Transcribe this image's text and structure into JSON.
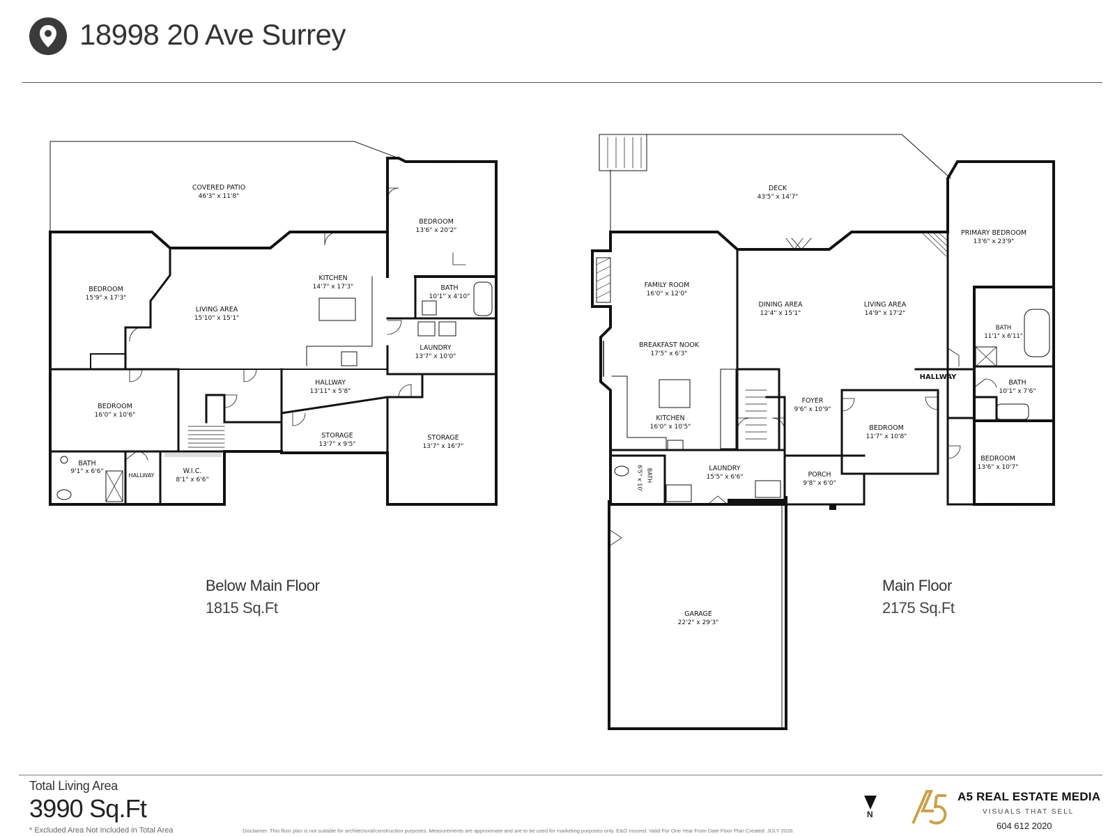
{
  "header": {
    "address": "18998 20 Ave Surrey",
    "icon": "location-pin-icon"
  },
  "below_floor": {
    "title": "Below Main Floor",
    "area": "1815 Sq.Ft",
    "rooms": [
      {
        "name": "COVERED PATIO",
        "dim": "46'3\" x 11'8\""
      },
      {
        "name": "BEDROOM",
        "dim": "13'6\" x 20'2\""
      },
      {
        "name": "BEDROOM",
        "dim": "15'9\" x 17'3\""
      },
      {
        "name": "LIVING AREA",
        "dim": "15'10\" x 15'1\""
      },
      {
        "name": "KITCHEN",
        "dim": "14'7\" x 17'3\""
      },
      {
        "name": "BATH",
        "dim": "10'1\" x 4'10\""
      },
      {
        "name": "LAUNDRY",
        "dim": "13'7\" x 10'0\""
      },
      {
        "name": "HALLWAY",
        "dim": "13'11\" x 5'8\""
      },
      {
        "name": "BEDROOM",
        "dim": "16'0\" x 10'6\""
      },
      {
        "name": "STORAGE",
        "dim": "13'7\" x 9'5\""
      },
      {
        "name": "STORAGE",
        "dim": "13'7\" x 16'7\""
      },
      {
        "name": "BATH",
        "dim": "9'1\" x 6'6\""
      },
      {
        "name": "HALLWAY",
        "dim": ""
      },
      {
        "name": "W.I.C.",
        "dim": "8'1\" x 6'6\""
      }
    ]
  },
  "main_floor": {
    "title": "Main Floor",
    "area": "2175 Sq.Ft",
    "rooms": [
      {
        "name": "DECK",
        "dim": "43'5\" x 14'7\""
      },
      {
        "name": "PRIMARY BEDROOM",
        "dim": "13'6\" x 23'9\""
      },
      {
        "name": "FAMILY ROOM",
        "dim": "16'0\" x 12'0\""
      },
      {
        "name": "DINING AREA",
        "dim": "12'4\" x 15'1\""
      },
      {
        "name": "LIVING AREA",
        "dim": "14'9\" x 17'2\""
      },
      {
        "name": "BATH",
        "dim": "11'1\" x 6'11\""
      },
      {
        "name": "BREAKFAST NOOK",
        "dim": "17'5\" x 6'3\""
      },
      {
        "name": "HALLWAY",
        "dim": ""
      },
      {
        "name": "BATH",
        "dim": "10'1\" x 7'6\""
      },
      {
        "name": "FOYER",
        "dim": "9'6\" x 10'9\""
      },
      {
        "name": "BEDROOM",
        "dim": "11'7\" x 10'8\""
      },
      {
        "name": "KITCHEN",
        "dim": "16'0\" x 10'5\""
      },
      {
        "name": "BEDROOM",
        "dim": "13'6\" x 10'7\""
      },
      {
        "name": "LAUNDRY",
        "dim": "15'5\" x 6'6\""
      },
      {
        "name": "PORCH",
        "dim": "9'8\" x 6'0\""
      },
      {
        "name": "BATH",
        "dim": "6'5\" x 10'"
      },
      {
        "name": "GARAGE",
        "dim": "22'2\" x 29'3\""
      }
    ]
  },
  "footer": {
    "total_label": "Total Living Area",
    "total_value": "3990 Sq.Ft",
    "excluded_note": "* Excluded Area Not Included in Total Area",
    "disclaimer": "Disclaimer: This floor plan is not suitable for architectural/construction purposes. Measurements are approximate and are to be used for marketing purposes only. E&O Insured. Valid For One Year From Date Floor Plan Created: JULY 2026.",
    "north_label": "N",
    "brand_name": "A5 REAL ESTATE MEDIA",
    "brand_tagline": "VISUALS THAT SELL",
    "brand_phone": "604 612 2020",
    "brand_logo_text": "A5",
    "brand_color": "#c9a24a"
  }
}
